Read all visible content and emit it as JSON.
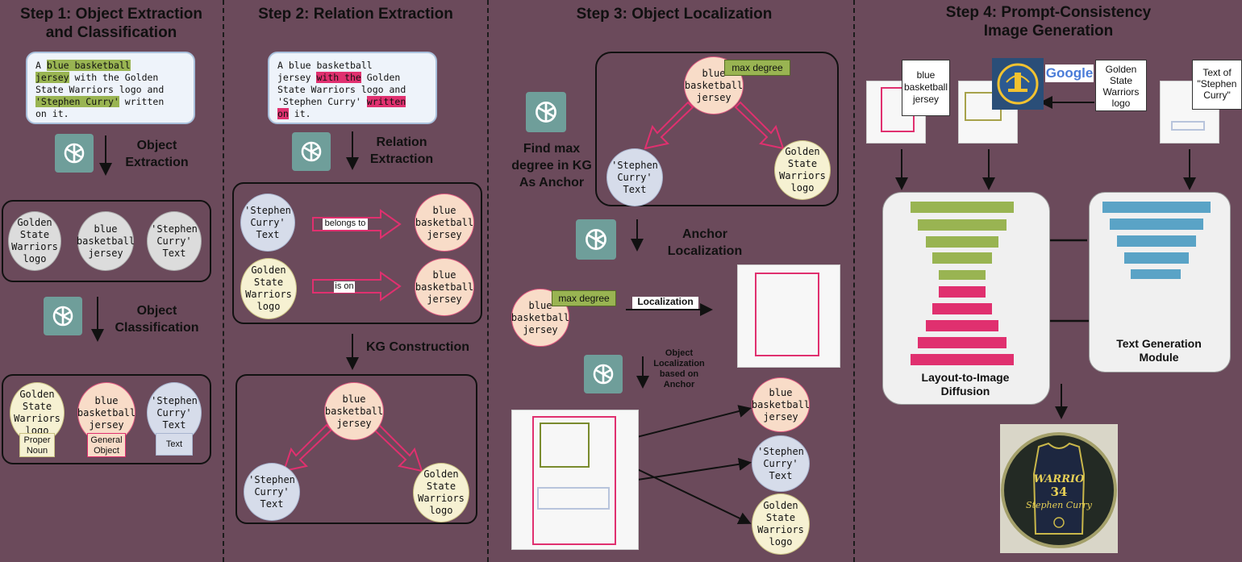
{
  "steps": [
    {
      "title": "Step 1: Object Extraction\nand Classification"
    },
    {
      "title": "Step 2: Relation Extraction"
    },
    {
      "title": "Step 3: Object Localization"
    },
    {
      "title": "Step 4: Prompt-Consistency\nImage Generation"
    }
  ],
  "prompt": {
    "p1": "A ",
    "p2": "blue basketball",
    "p3": "\n",
    "p4": "jersey",
    "p5": " with the ",
    "p6": "Golden\nState Warriors logo",
    "p7": " and\n",
    "p8": "'Stephen Curry'",
    "p9": " written\non it.",
    "q1": "A blue basketball\njersey ",
    "q2": "with the",
    "q3": " Golden\nState Warriors logo and\n'Stephen Curry' ",
    "q4": "written",
    "q5": "\n",
    "q6": "on",
    "q7": " it."
  },
  "labels": {
    "object_extraction": "Object\nExtraction",
    "object_classification": "Object\nClassification",
    "relation_extraction": "Relation\nExtraction",
    "kg_construction": "KG Construction",
    "find_max_degree": "Find max\ndegree in KG\nAs Anchor",
    "anchor_localization": "Anchor\nLocalization",
    "localization": "Localization",
    "object_localization_anchor": "Object\nLocalization\nbased on\nAnchor",
    "max_degree": "max degree",
    "belongs_to": "belongs to",
    "is_on": "is on",
    "layout_to_image": "Layout-to-Image\nDiffusion",
    "text_generation": "Text Generation\nModule",
    "google": "Google"
  },
  "nodes": {
    "gsw": "Golden\nState\nWarriors\nlogo",
    "jersey": "blue\nbasketball\njersey",
    "curry": "'Stephen\nCurry'\nText"
  },
  "classes": {
    "proper_noun": "Proper\nNoun",
    "general_object": "General\nObject",
    "text": "Text"
  },
  "step4_cards": {
    "jersey": "blue\nbasketball\njersey",
    "gsw": "Golden\nState\nWarriors\nlogo",
    "text": "Text of\n\"Stephen\nCurry\""
  },
  "jersey_image": {
    "print_team": "WARRIO",
    "print_number": "34",
    "print_name": "Stephen Curry"
  },
  "colors": {
    "background": "#6b4a5b",
    "green": "#99b452",
    "pink": "#e0306f",
    "blue_bar": "#5aa3c6",
    "gpt": "#6f9e9a"
  }
}
